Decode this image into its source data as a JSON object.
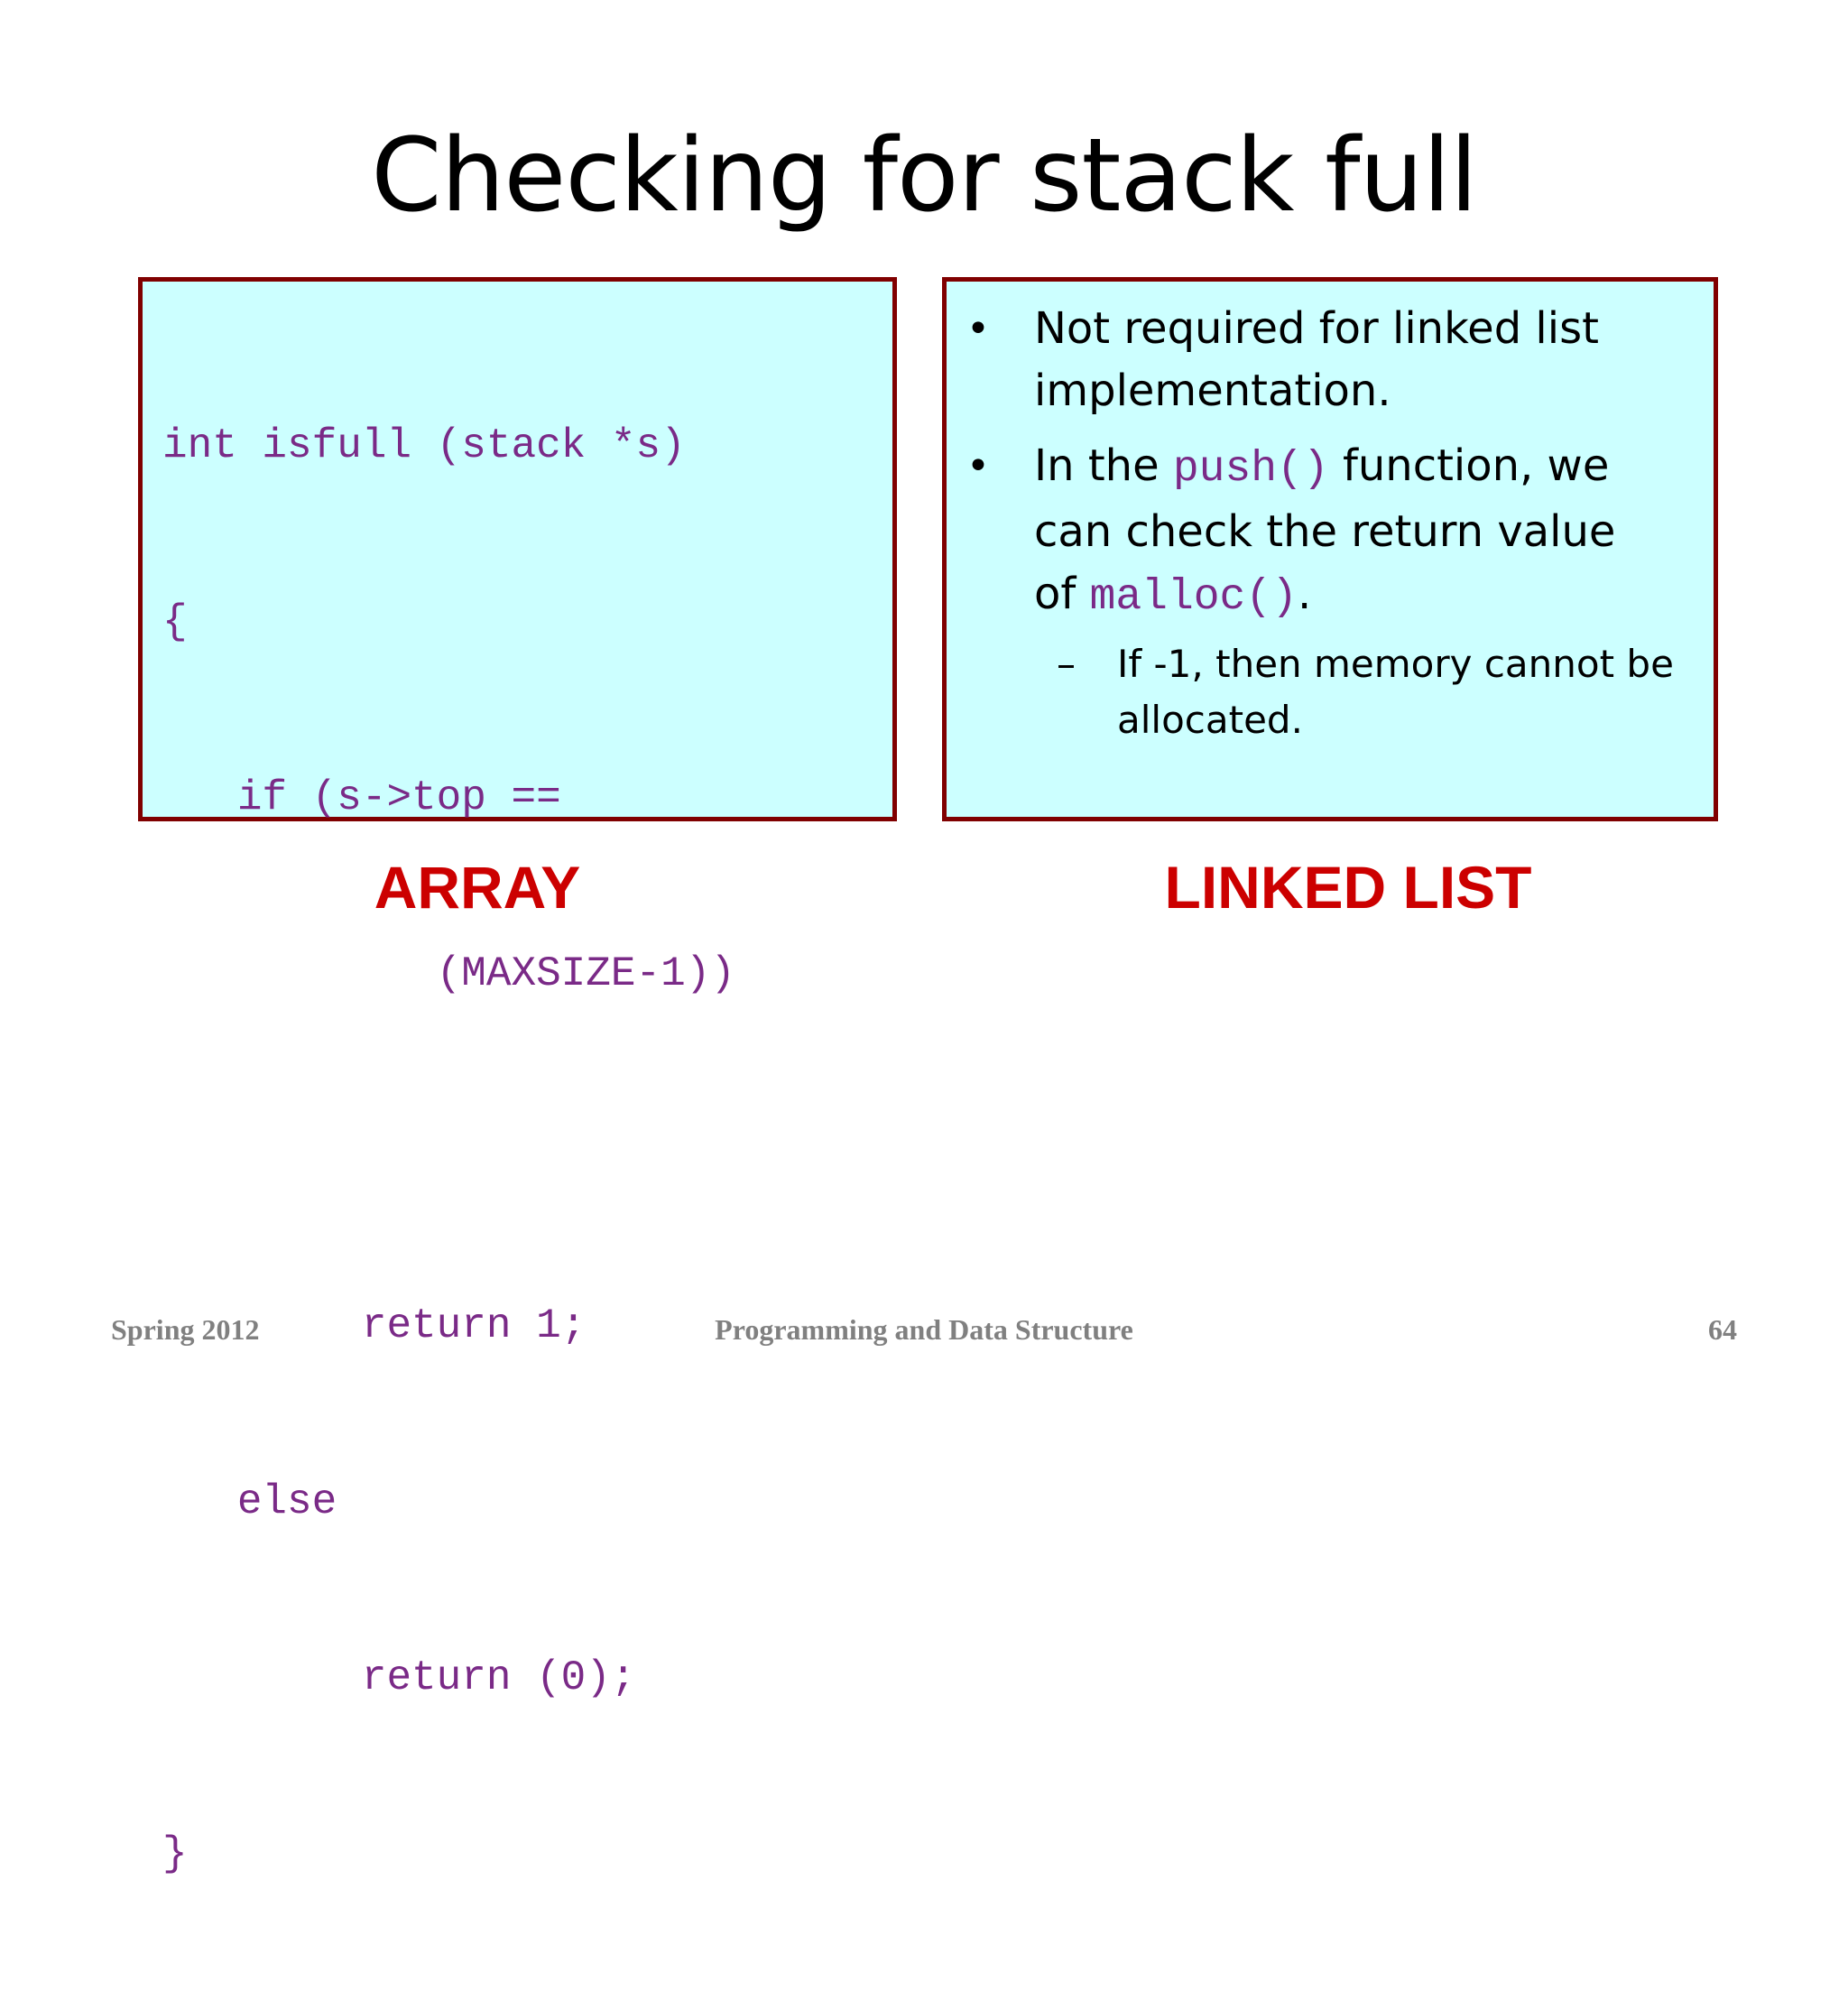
{
  "slide": {
    "title": "Checking for stack full",
    "array_panel": {
      "code_lines": [
        "int isfull (stack *s)",
        "{",
        "   if (s->top ==",
        "           (MAXSIZE-1))",
        "",
        "        return 1;",
        "   else",
        "        return (0);",
        "}"
      ],
      "caption": "ARRAY"
    },
    "linked_list_panel": {
      "bullet_symbol": "•",
      "bullet1": "Not required for linked list implementation.",
      "bullet2_prefix": "In the ",
      "bullet2_code1": "push()",
      "bullet2_middle": " function, we can check the return value of ",
      "bullet2_code2": "malloc()",
      "bullet2_suffix": ".",
      "sub_dash": "–",
      "subbullet": "If -1, then memory cannot be allocated.",
      "caption": "LINKED LIST"
    },
    "footer": {
      "left": "Spring 2012",
      "center": "Programming and Data Structure",
      "right": "64"
    },
    "colors": {
      "panel_fill": "#ccffff",
      "panel_border": "#800000",
      "code_text": "#7a2a87",
      "caption": "#cc0000",
      "footer": "#808080"
    }
  }
}
